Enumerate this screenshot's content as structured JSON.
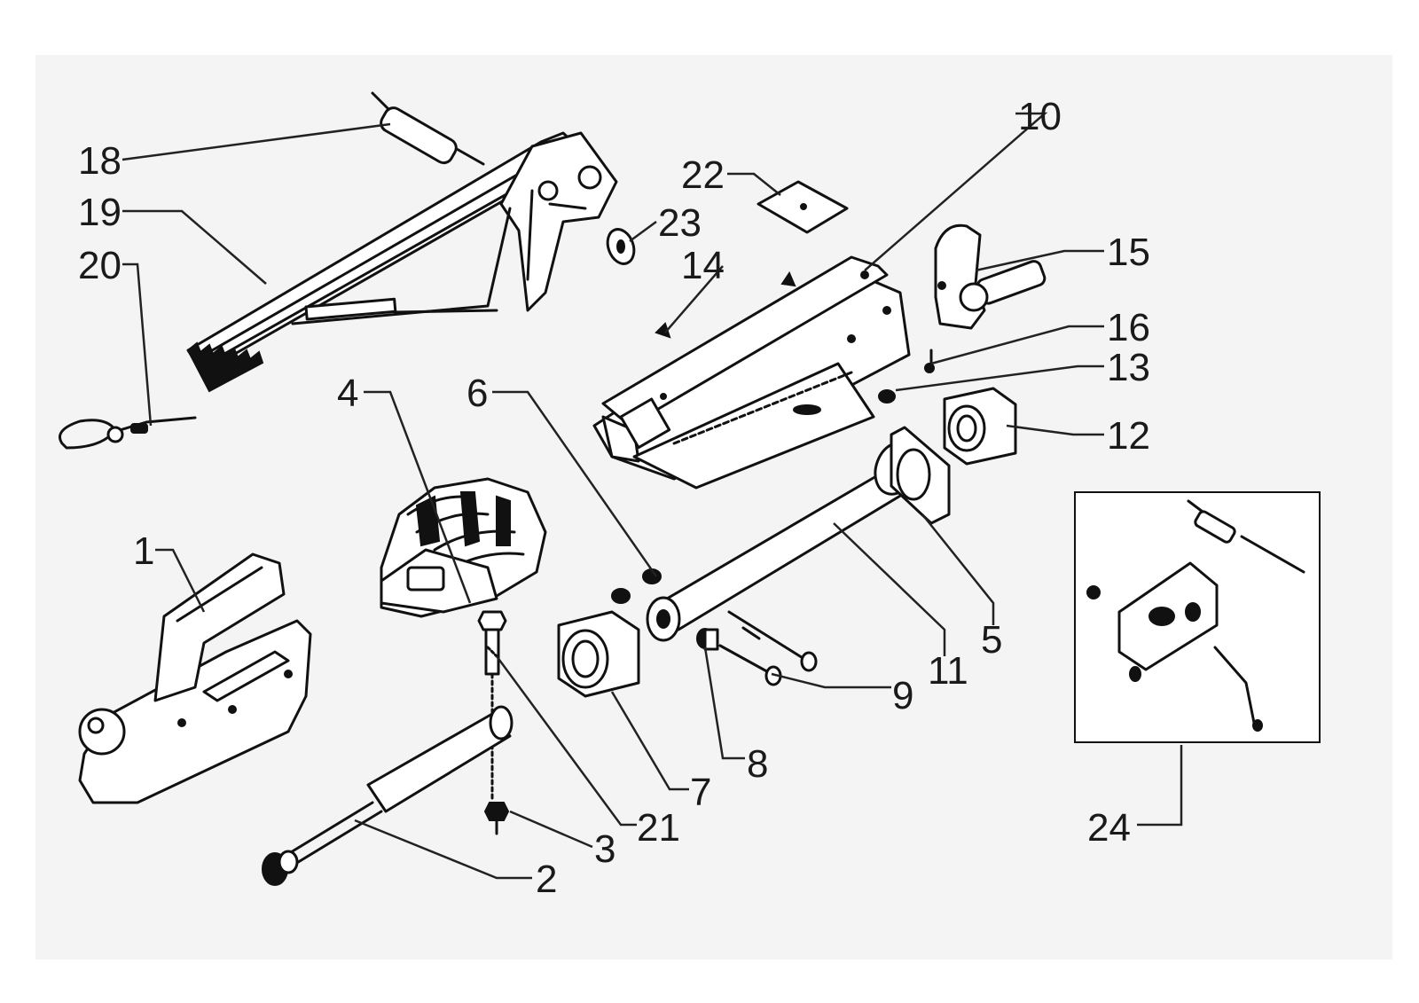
{
  "diagram": {
    "background": "#f4f4f4",
    "line_color": "#111111",
    "callouts": [
      {
        "id": "1",
        "label": "1"
      },
      {
        "id": "2",
        "label": "2"
      },
      {
        "id": "3",
        "label": "3"
      },
      {
        "id": "4",
        "label": "4"
      },
      {
        "id": "5",
        "label": "5"
      },
      {
        "id": "6",
        "label": "6"
      },
      {
        "id": "7",
        "label": "7"
      },
      {
        "id": "8",
        "label": "8"
      },
      {
        "id": "9",
        "label": "9"
      },
      {
        "id": "10",
        "label": "10"
      },
      {
        "id": "11",
        "label": "11"
      },
      {
        "id": "12",
        "label": "12"
      },
      {
        "id": "13",
        "label": "13"
      },
      {
        "id": "14",
        "label": "14"
      },
      {
        "id": "15",
        "label": "15"
      },
      {
        "id": "16",
        "label": "16"
      },
      {
        "id": "18",
        "label": "18"
      },
      {
        "id": "19",
        "label": "19"
      },
      {
        "id": "20",
        "label": "20"
      },
      {
        "id": "21",
        "label": "21"
      },
      {
        "id": "22",
        "label": "22"
      },
      {
        "id": "23",
        "label": "23"
      },
      {
        "id": "24",
        "label": "24"
      }
    ]
  }
}
